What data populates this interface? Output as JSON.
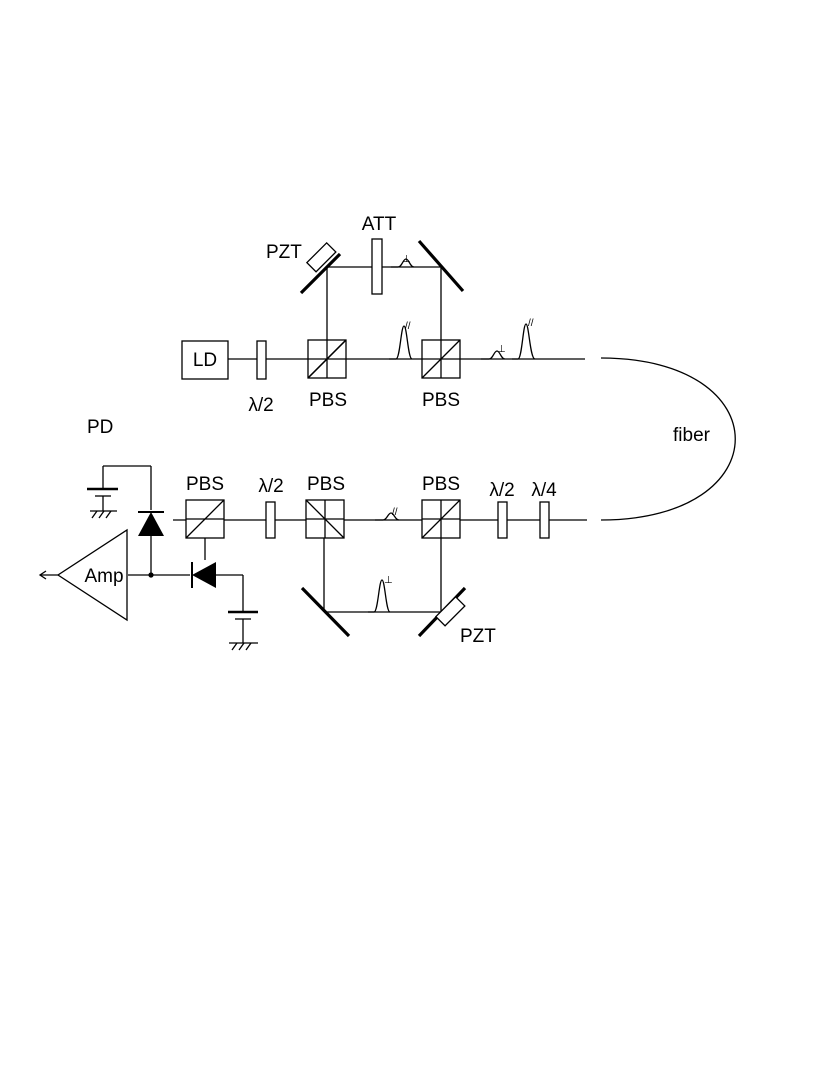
{
  "labels": {
    "ld": "LD",
    "att": "ATT",
    "pzt_top": "PZT",
    "pzt_bottom": "PZT",
    "pbs_top_left": "PBS",
    "pbs_top_right": "PBS",
    "half_wave_top": "λ/2",
    "fiber": "fiber",
    "pd": "PD",
    "pbs_bottom_left": "PBS",
    "pbs_bottom_middle": "PBS",
    "pbs_bottom_right": "PBS",
    "half_wave_bottom_left": "λ/2",
    "half_wave_bottom_right": "λ/2",
    "quarter_wave": "λ/4",
    "amp": "Amp"
  },
  "polarization_marks": {
    "parallel": "//",
    "perpendicular": "⊥"
  }
}
